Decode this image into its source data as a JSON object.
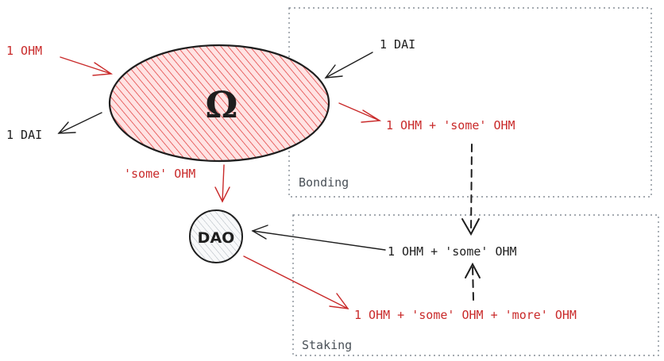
{
  "treasury": {
    "symbol": "Ω"
  },
  "dao": {
    "label": "DAO"
  },
  "labels": {
    "ohm_in": "1 OHM",
    "dai_out": "1 DAI",
    "dai_in": "1 DAI",
    "bond_payout": "1 OHM + 'some' OHM",
    "dao_share": "'some' OHM",
    "staked": "1 OHM + 'some' OHM",
    "rebased": "1 OHM + 'some' OHM + 'more' OHM"
  },
  "regions": {
    "bonding": "Bonding",
    "staking": "Staking"
  },
  "colors": {
    "red": "#c92a2a",
    "black": "#1e1e1e",
    "treasury_fill": "#ffc9c9",
    "dao_fill": "#e9ecef",
    "region_border": "#868e96"
  }
}
